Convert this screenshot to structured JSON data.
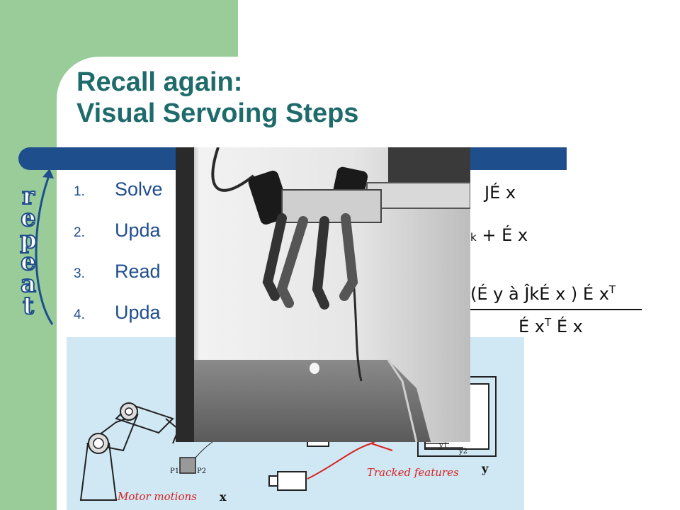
{
  "slide": {
    "title_line1": "Recall again:",
    "title_line2": "Visual Servoing Steps"
  },
  "repeat_letters": [
    "r",
    "e",
    "p",
    "e",
    "a",
    "t"
  ],
  "steps": [
    {
      "number": "1.",
      "text": "Solve"
    },
    {
      "number": "2.",
      "text": "Upda"
    },
    {
      "number": "3.",
      "text": "Read"
    },
    {
      "number": "4.",
      "text": "Upda"
    }
  ],
  "equations": {
    "eq1": "JÉ x",
    "eq2_subscript": "k",
    "eq2_rest": "+ É x",
    "eq4_numerator": "(É y à ĴkÉ x ) É x",
    "eq4_superscript_t": "T",
    "eq4_denominator_left": "É x",
    "eq4_denominator_t": "T",
    "eq4_denominator_right": "É x"
  },
  "diagram": {
    "motor_label": "Motor motions",
    "x_label": "x",
    "tracked_label": "Tracked features",
    "y_label": "y",
    "p1_label": "P1",
    "p2_label": "P2",
    "y1_label": "y1",
    "y2_label": "y2"
  },
  "colors": {
    "green_band": "#99cc99",
    "title": "#1f6b6b",
    "bar": "#1f4e8c",
    "text": "#1f4e8c",
    "diagram_bg": "#cfe8f4",
    "tracked_red": "#d82020"
  }
}
